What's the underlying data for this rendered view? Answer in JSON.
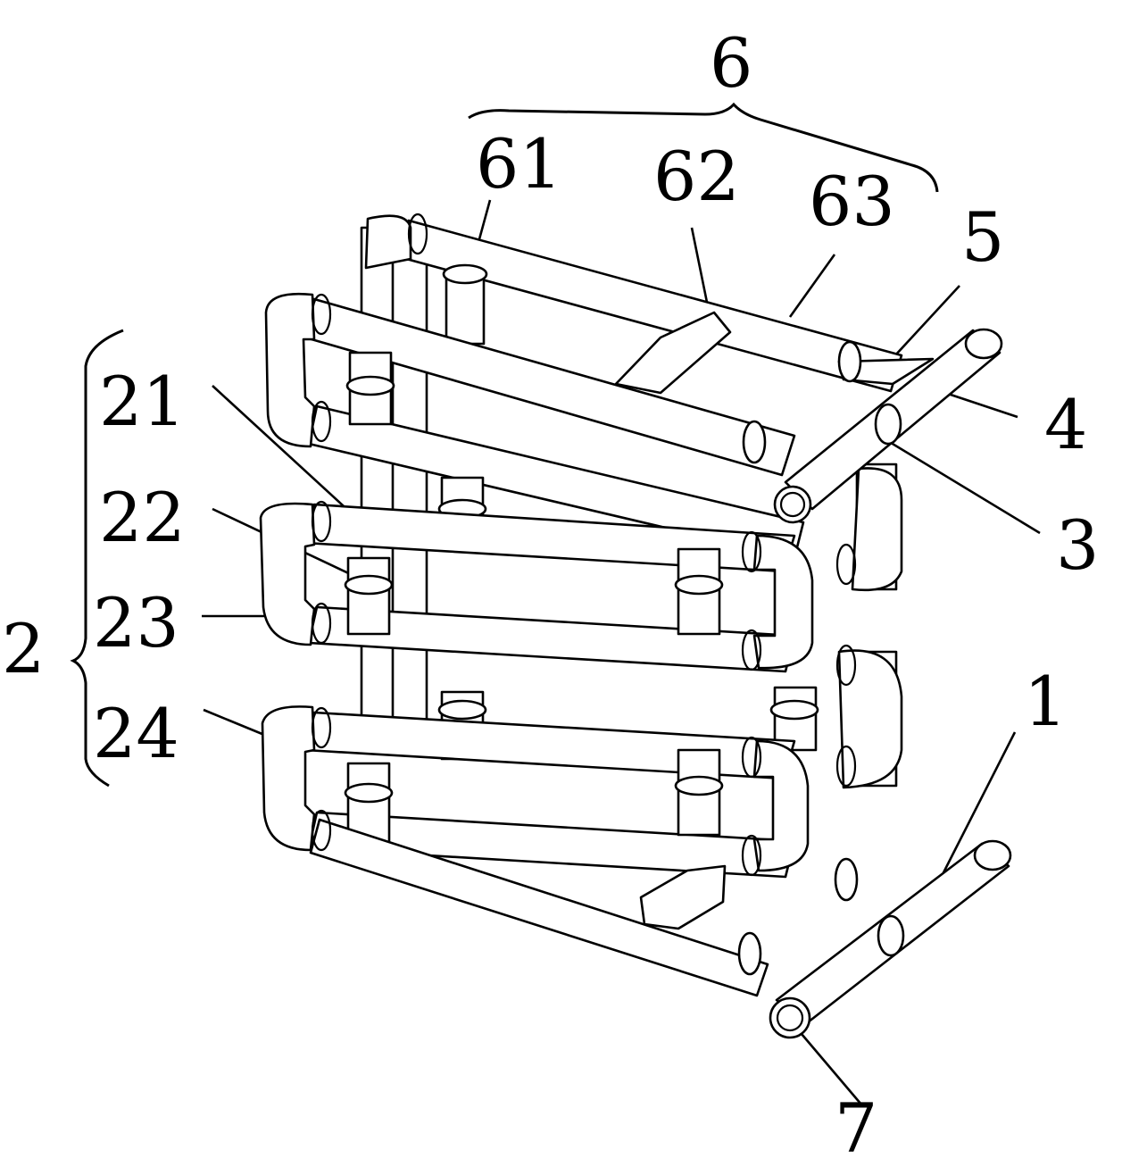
{
  "figure": {
    "labels": {
      "l6": "6",
      "l61": "61",
      "l62": "62",
      "l63": "63",
      "l5": "5",
      "l4": "4",
      "l3": "3",
      "l2": "2",
      "l21": "21",
      "l22": "22",
      "l23": "23",
      "l24": "24",
      "l1": "1",
      "l7": "7"
    }
  }
}
